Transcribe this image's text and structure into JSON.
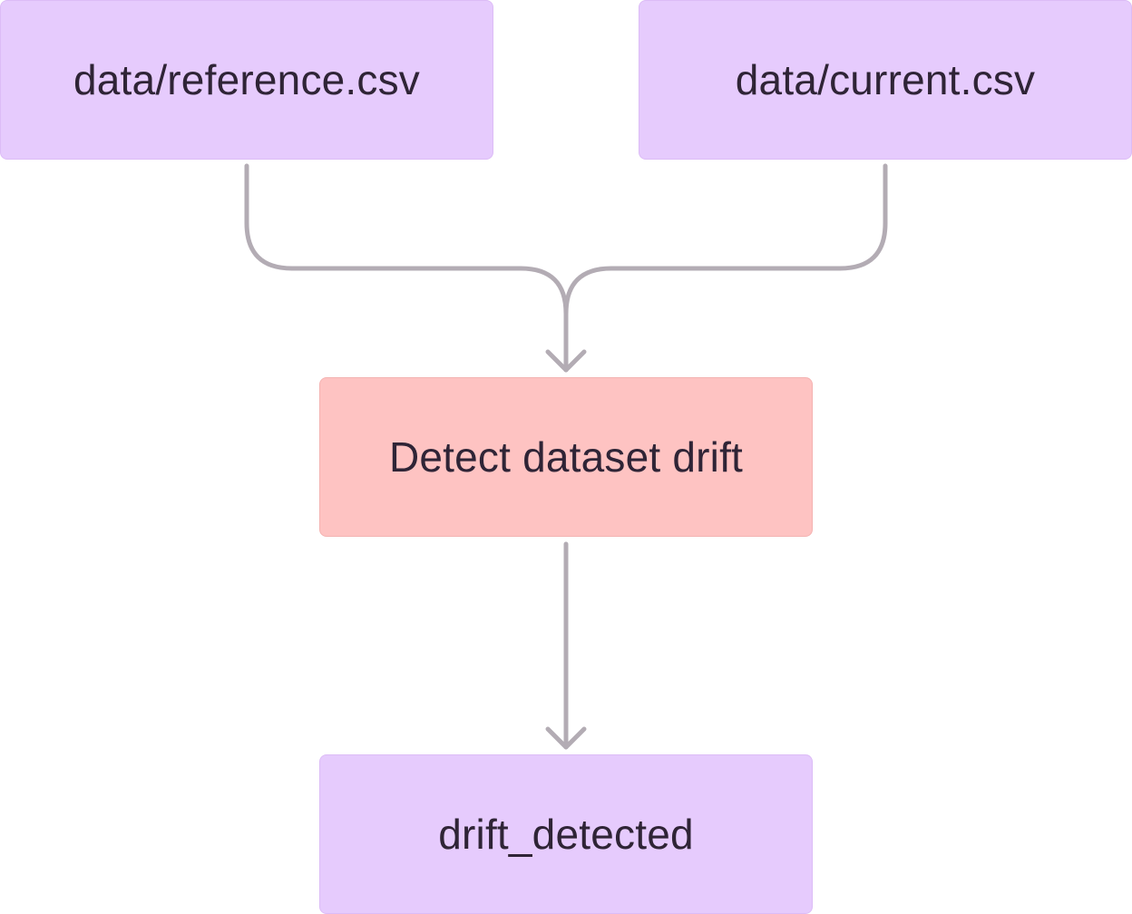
{
  "diagram": {
    "nodes": {
      "reference": {
        "label": "data/reference.csv"
      },
      "current": {
        "label": "data/current.csv"
      },
      "detect": {
        "label": "Detect dataset drift"
      },
      "output": {
        "label": "drift_detected"
      }
    },
    "edges": [
      {
        "from": "reference",
        "to": "detect"
      },
      {
        "from": "current",
        "to": "detect"
      },
      {
        "from": "detect",
        "to": "output"
      }
    ],
    "colors": {
      "input_fill": "#e6cbfd",
      "process_fill": "#fec3c2",
      "output_fill": "#e6cbfd",
      "edge_stroke": "#b3acb4",
      "text": "#2f2436"
    }
  }
}
